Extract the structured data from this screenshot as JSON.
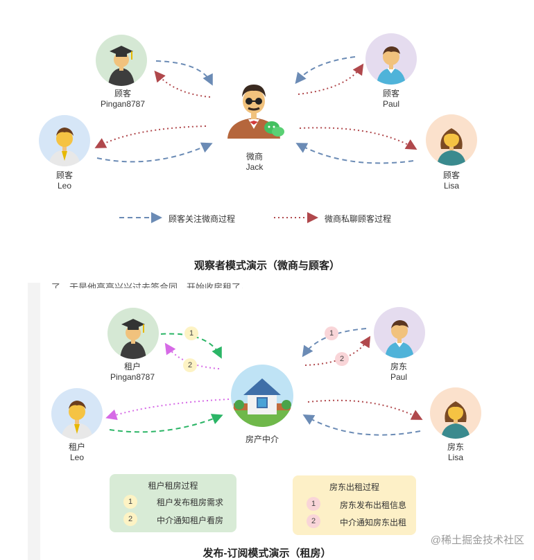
{
  "observer": {
    "center": {
      "role": "微商",
      "name": "Jack"
    },
    "nodes": [
      {
        "id": "pingan",
        "role": "顾客",
        "name": "Pingan8787"
      },
      {
        "id": "paul",
        "role": "顾客",
        "name": "Paul"
      },
      {
        "id": "leo",
        "role": "顾客",
        "name": "Leo"
      },
      {
        "id": "lisa",
        "role": "顾客",
        "name": "Lisa"
      }
    ],
    "legend": {
      "follow": "顾客关注微商过程",
      "chat": "微商私聊顾客过程"
    },
    "caption": "观察者模式演示（微商与顾客）",
    "colors": {
      "follow": "#6b8bb5",
      "chat": "#b0484c"
    }
  },
  "cut_text": "了，于是他高高兴兴过去签合同，开始收房租了。",
  "pubsub": {
    "center": {
      "name": "房产中介"
    },
    "nodes": [
      {
        "id": "pingan",
        "role": "租户",
        "name": "Pingan8787"
      },
      {
        "id": "paul",
        "role": "房东",
        "name": "Paul"
      },
      {
        "id": "leo",
        "role": "租户",
        "name": "Leo"
      },
      {
        "id": "lisa",
        "role": "房东",
        "name": "Lisa"
      }
    ],
    "tenant_box": {
      "title": "租户租房过程",
      "rows": [
        {
          "num": "1",
          "text": "租户发布租房需求"
        },
        {
          "num": "2",
          "text": "中介通知租户看房"
        }
      ]
    },
    "landlord_box": {
      "title": "房东出租过程",
      "rows": [
        {
          "num": "1",
          "text": "房东发布出租信息"
        },
        {
          "num": "2",
          "text": "中介通知房东出租"
        }
      ]
    },
    "caption": "发布-订阅模式演示（租房）",
    "colors": {
      "tenant_publish": "#2bb566",
      "tenant_notify": "#d66ae6",
      "landlord_publish": "#6b8bb5",
      "landlord_notify": "#b0484c"
    }
  },
  "watermark": "@稀土掘金技术社区"
}
